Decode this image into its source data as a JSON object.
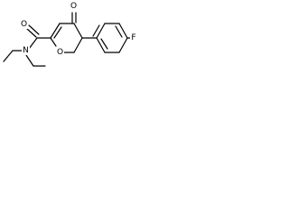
{
  "molecule": {
    "atoms": {
      "amide_nitrogen": "N",
      "carbonyl_oxygen_amide": "O",
      "ring_oxygen": "O",
      "ketone_oxygen": "O",
      "fluorine": "F"
    }
  }
}
